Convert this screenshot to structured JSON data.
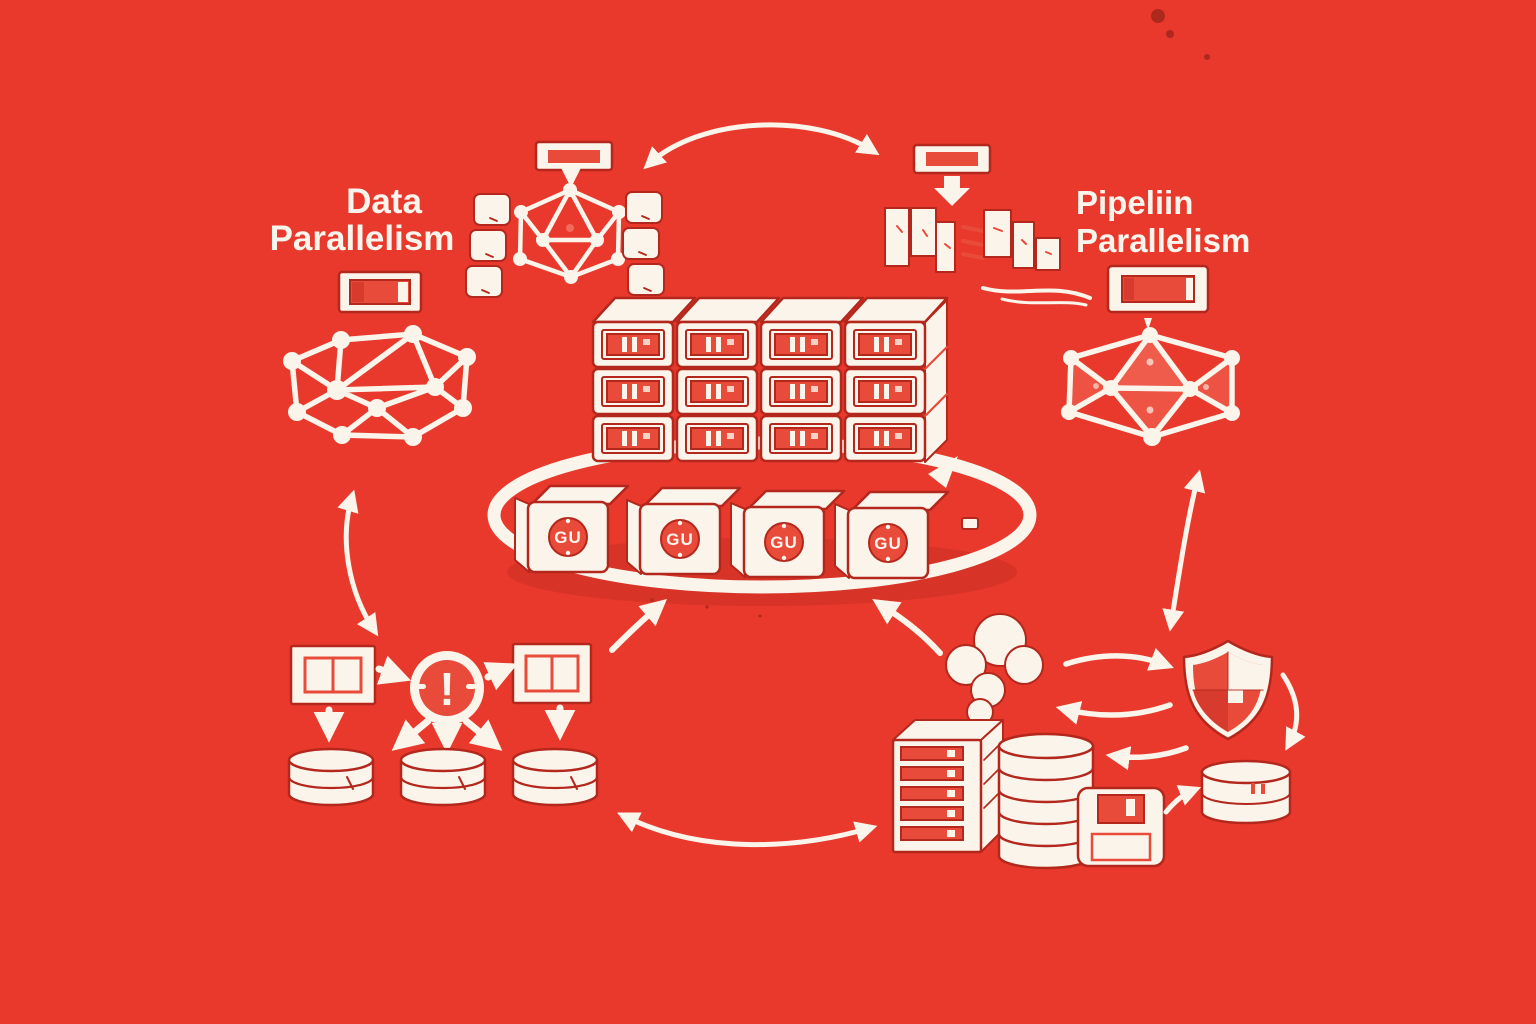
{
  "colors": {
    "background": "#e8392c",
    "ink": "#b3271c",
    "fill": "#faf4ea",
    "fill_dim": "#f1e7da",
    "accent": "#e94b3a",
    "accent_soft": "#f26b5a",
    "accent_deep": "#d63b2d",
    "shadow_red": "#c82e22",
    "text_cream": "#f9f4ec",
    "speck": "#8e2016"
  },
  "titles": {
    "left": {
      "line1": "Data",
      "line2": "Parallelism"
    },
    "right": {
      "line1": "Pipeliin",
      "line2": "Parallelism"
    }
  },
  "warning": {
    "glyph": "!"
  },
  "gpu_cluster": {
    "server_rows": 3,
    "server_columns": 4,
    "gpu_boxes": [
      {
        "label": "GU"
      },
      {
        "label": "GU"
      },
      {
        "label": "GU"
      },
      {
        "label": "GU"
      }
    ]
  },
  "icons": {
    "progress_bar": "rounded rect with red inner bar",
    "network_mesh": "white circle nodes joined by white links",
    "cube_stack": "stack of small rounded cubes",
    "pipeline_stages": "staggered vertical cards joined by red pipes",
    "server_drawer": "white drawer with red slot",
    "gpu_box": "white box with round red GPU badge",
    "database_cylinder": "white cylinder with red band",
    "warning_circle": "white ring, red core, exclamation mark",
    "window_panes": "white card with two red-outlined panes",
    "cloud_smoke": "cluster of white puffs",
    "server_rack": "white tower with red slot rows",
    "floppy_disk": "white square with red label",
    "shield": "white shield with red checker quadrants",
    "storage_drum": "low white cylinder",
    "loop_arrow": "white ellipse loop around GPU boxes"
  }
}
